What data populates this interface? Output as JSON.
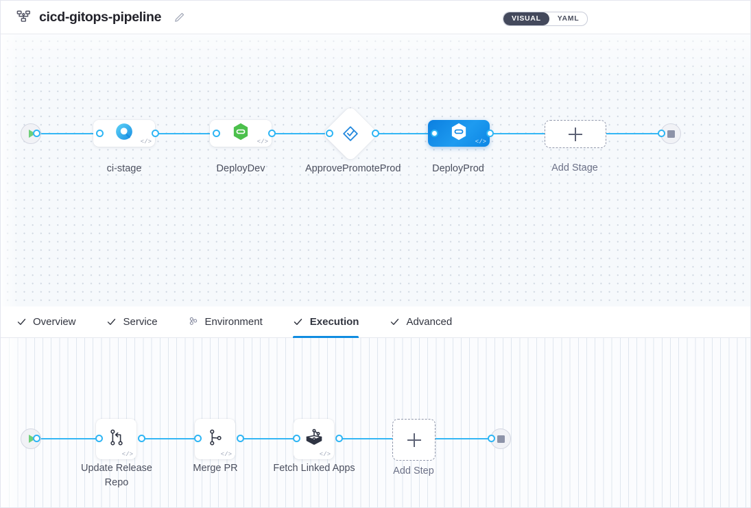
{
  "header": {
    "pipeline_icon": "pipeline-hierarchy-icon",
    "title": "cicd-gitops-pipeline",
    "edit_icon": "pencil-edit-icon",
    "view_toggle": {
      "options": [
        "VISUAL",
        "YAML"
      ],
      "selected": "VISUAL"
    }
  },
  "stage_graph": {
    "start_node": {
      "icon": "play-icon",
      "label": ""
    },
    "end_node": {
      "icon": "stop-icon",
      "label": ""
    },
    "stages": [
      {
        "name": "ci-stage",
        "icon": "harness-ci-icon",
        "type": "ci",
        "selected": false
      },
      {
        "name": "DeployDev",
        "icon": "harness-cd-green-icon",
        "type": "deploy",
        "selected": false
      },
      {
        "name": "ApprovePromoteProd",
        "icon": "approval-diamond-check-icon",
        "type": "approval",
        "selected": false
      },
      {
        "name": "DeployProd",
        "icon": "harness-cd-white-icon",
        "type": "deploy",
        "selected": true
      }
    ],
    "add_stage": {
      "label": "Add Stage",
      "icon": "plus-icon"
    },
    "code_badge": "</>"
  },
  "tabs": [
    {
      "label": "Overview",
      "icon": "check-icon",
      "active": false
    },
    {
      "label": "Service",
      "icon": "check-icon",
      "active": false
    },
    {
      "label": "Environment",
      "icon": "infrastructure-icon",
      "active": false
    },
    {
      "label": "Execution",
      "icon": "check-icon",
      "active": true
    },
    {
      "label": "Advanced",
      "icon": "check-icon",
      "active": false
    }
  ],
  "step_graph": {
    "start_node": {
      "icon": "play-icon"
    },
    "end_node": {
      "icon": "stop-icon"
    },
    "steps": [
      {
        "name": "Update Release Repo",
        "icon": "git-merge-icon"
      },
      {
        "name": "Merge PR",
        "icon": "git-branch-icon"
      },
      {
        "name": "Fetch Linked Apps",
        "icon": "argocd-icon"
      }
    ],
    "add_step": {
      "label": "Add Step",
      "icon": "plus-icon"
    },
    "code_badge": "</>"
  },
  "colors": {
    "accent_blue": "#33b6f5",
    "selected_node": "#0d86e4",
    "active_tab_underline": "#0f8ce0",
    "toggle_active_bg": "#44495c",
    "start_green": "#6fcf7a",
    "stop_gray": "#8d93a8"
  }
}
